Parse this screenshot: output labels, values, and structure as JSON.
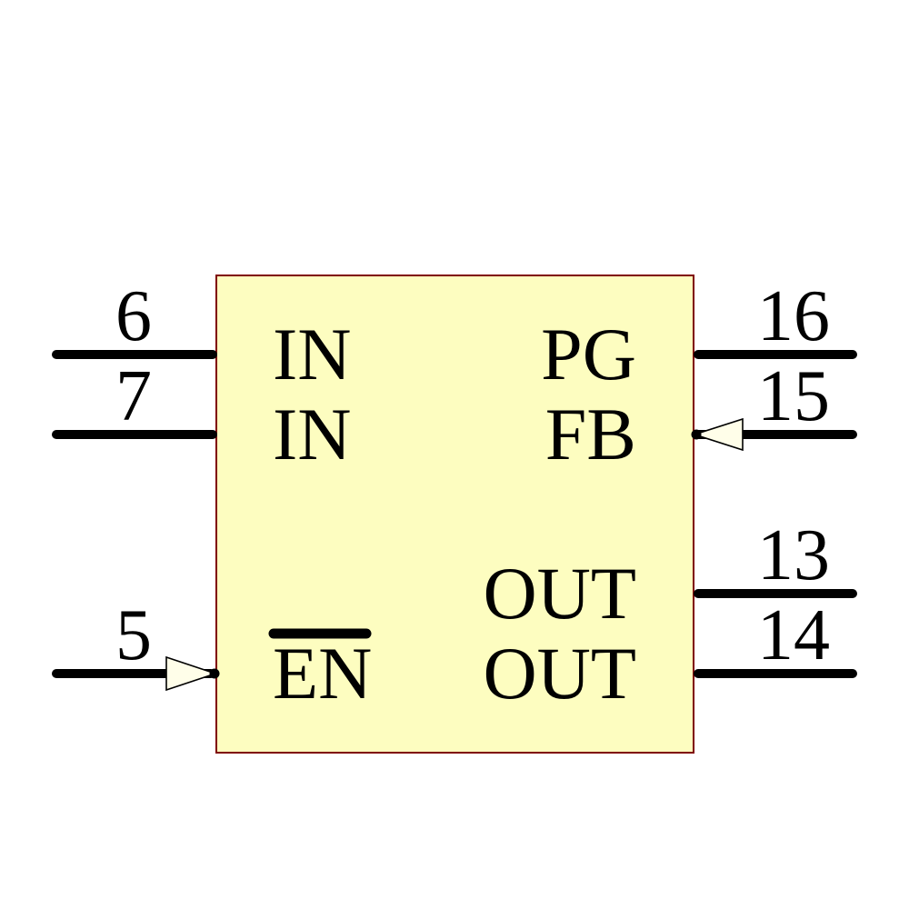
{
  "component": {
    "kind": "schematic-symbol",
    "pins": {
      "left": [
        {
          "number": "6",
          "name": "IN"
        },
        {
          "number": "7",
          "name": "IN"
        },
        {
          "number": "5",
          "name": "EN",
          "active_low": true,
          "input_arrow": true
        }
      ],
      "right": [
        {
          "number": "16",
          "name": "PG"
        },
        {
          "number": "15",
          "name": "FB",
          "input_arrow": true
        },
        {
          "number": "13",
          "name": "OUT"
        },
        {
          "number": "14",
          "name": "OUT"
        }
      ]
    }
  },
  "colors": {
    "body_fill": "#FDFDC0",
    "body_border": "#7F0000",
    "arrow_fill": "#FFFEE9",
    "line": "#000000",
    "background": "#FFFFFF"
  }
}
